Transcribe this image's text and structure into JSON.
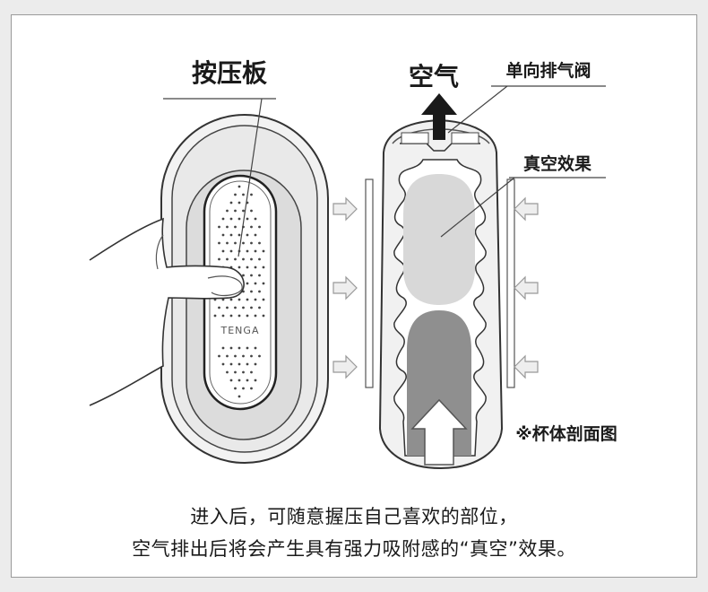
{
  "labels": {
    "press_plate": "按压板",
    "air": "空气",
    "one_way_valve": "单向排气阀",
    "vacuum_effect": "真空效果",
    "section_note": "※杯体剖面图",
    "brand": "TENGA"
  },
  "caption": {
    "line1": "进入后，可随意握压自己喜欢的部位，",
    "line2": "空气排出后将会产生具有强力吸附感的“真空”效果。"
  }
}
